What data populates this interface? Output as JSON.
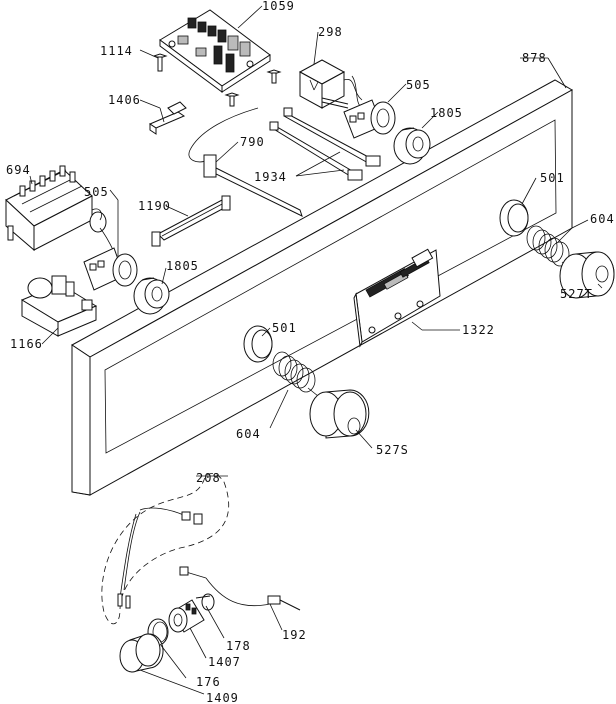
{
  "labels": {
    "l1059": "1059",
    "l1114": "1114",
    "l298": "298",
    "l878": "878",
    "l505a": "505",
    "l1406": "1406",
    "l1805a": "1805",
    "l790": "790",
    "l1934": "1934",
    "l694": "694",
    "l505b": "505",
    "l1190": "1190",
    "l1805b": "1805",
    "l501a": "501",
    "l604a": "604",
    "l527T": "527T",
    "l1322": "1322",
    "l1166": "1166",
    "l501b": "501",
    "l604b": "604",
    "l527S": "527S",
    "l208": "208",
    "l178": "178",
    "l192": "192",
    "l1407": "1407",
    "l176": "176",
    "l1409": "1409"
  }
}
